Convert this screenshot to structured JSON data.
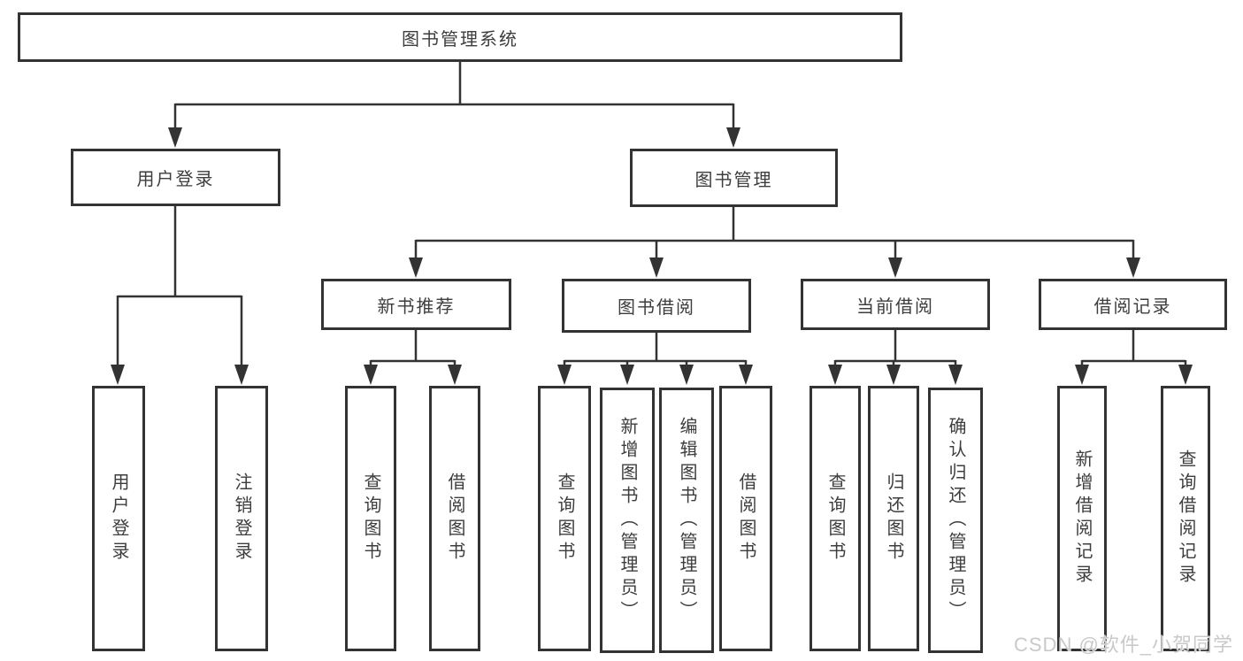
{
  "diagram": {
    "root": {
      "label": "图书管理系统"
    },
    "branches": [
      {
        "label": "用户登录",
        "children": [
          {
            "label": "用户登录"
          },
          {
            "label": "注销登录"
          }
        ]
      },
      {
        "label": "图书管理",
        "children": [
          {
            "label": "新书推荐",
            "children": [
              {
                "label": "查询图书"
              },
              {
                "label": "借阅图书"
              }
            ]
          },
          {
            "label": "图书借阅",
            "children": [
              {
                "label": "查询图书"
              },
              {
                "label": "新增图书（管理员）"
              },
              {
                "label": "编辑图书（管理员）"
              },
              {
                "label": "借阅图书"
              }
            ]
          },
          {
            "label": "当前借阅",
            "children": [
              {
                "label": "查询图书"
              },
              {
                "label": "归还图书"
              },
              {
                "label": "确认归还（管理员）"
              }
            ]
          },
          {
            "label": "借阅记录",
            "children": [
              {
                "label": "新增借阅记录"
              },
              {
                "label": "查询借阅记录"
              }
            ]
          }
        ]
      }
    ],
    "watermark": "CSDN @软件_小贺同学",
    "colors": {
      "line": "#333333",
      "text": "#3d3d3d",
      "watermark": "#c9c9c9",
      "background": "#ffffff"
    }
  }
}
